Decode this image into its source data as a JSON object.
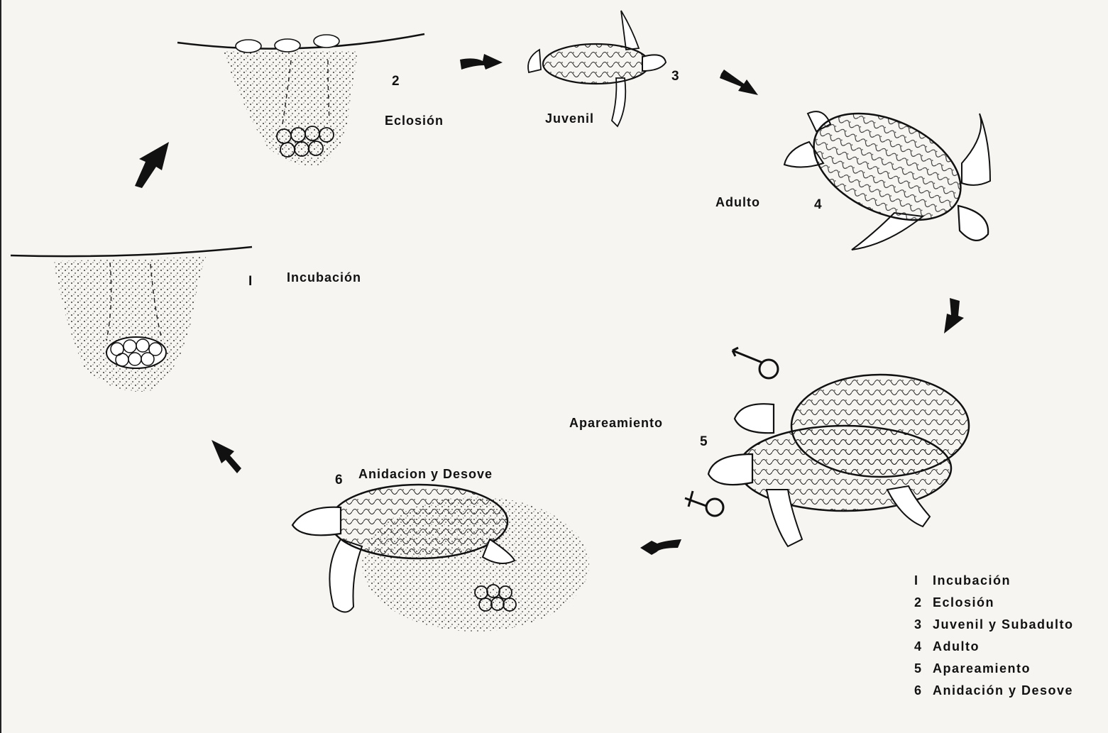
{
  "stages": [
    {
      "number": "I",
      "label": "Incubación"
    },
    {
      "number": "2",
      "label": "Eclosión"
    },
    {
      "number": "3",
      "label": "Juvenil"
    },
    {
      "number": "4",
      "label": "Adulto"
    },
    {
      "number": "5",
      "label": "Apareamiento"
    },
    {
      "number": "6",
      "label": "Anidacion y Desove"
    }
  ],
  "legend": [
    {
      "number": "I",
      "text": "Incubación"
    },
    {
      "number": "2",
      "text": "Eclosión"
    },
    {
      "number": "3",
      "text": "Juvenil y Subadulto"
    },
    {
      "number": "4",
      "text": "Adulto"
    },
    {
      "number": "5",
      "text": "Apareamiento"
    },
    {
      "number": "6",
      "text": "Anidación y Desove"
    }
  ],
  "colors": {
    "ink": "#111111",
    "paper": "#f6f5f2"
  }
}
